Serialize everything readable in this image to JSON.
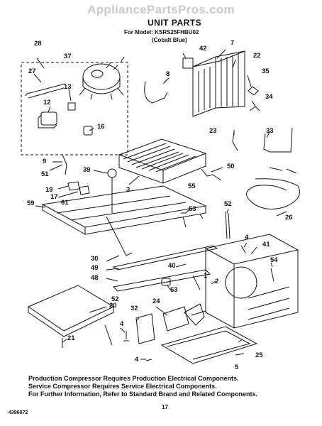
{
  "watermark": "AppliancePartsPros.com",
  "header": {
    "title": "UNIT PARTS",
    "model": "For Model: KSRS25FHBU02",
    "color": "(Cobalt Blue)"
  },
  "callouts": [
    "28",
    "37",
    "27",
    "13",
    "12",
    "16",
    "42",
    "7",
    "22",
    "8",
    "35",
    "34",
    "23",
    "33",
    "9",
    "51",
    "39",
    "50",
    "19",
    "17",
    "61",
    "59",
    "3",
    "55",
    "53",
    "52",
    "26",
    "30",
    "49",
    "48",
    "4",
    "41",
    "40",
    "54",
    "2",
    "1",
    "63",
    "20",
    "52",
    "32",
    "24",
    "4",
    "4",
    "21",
    "25",
    "5"
  ],
  "notes": {
    "line1": "Production Compressor Requires Production Electrical Components.",
    "line2": "Service Compressor Requires Service Electrical Components.",
    "line3": "For Further Information, Refer to Standard Brand and Related Components."
  },
  "footer": {
    "doc_number": "4396872",
    "page": "17"
  }
}
